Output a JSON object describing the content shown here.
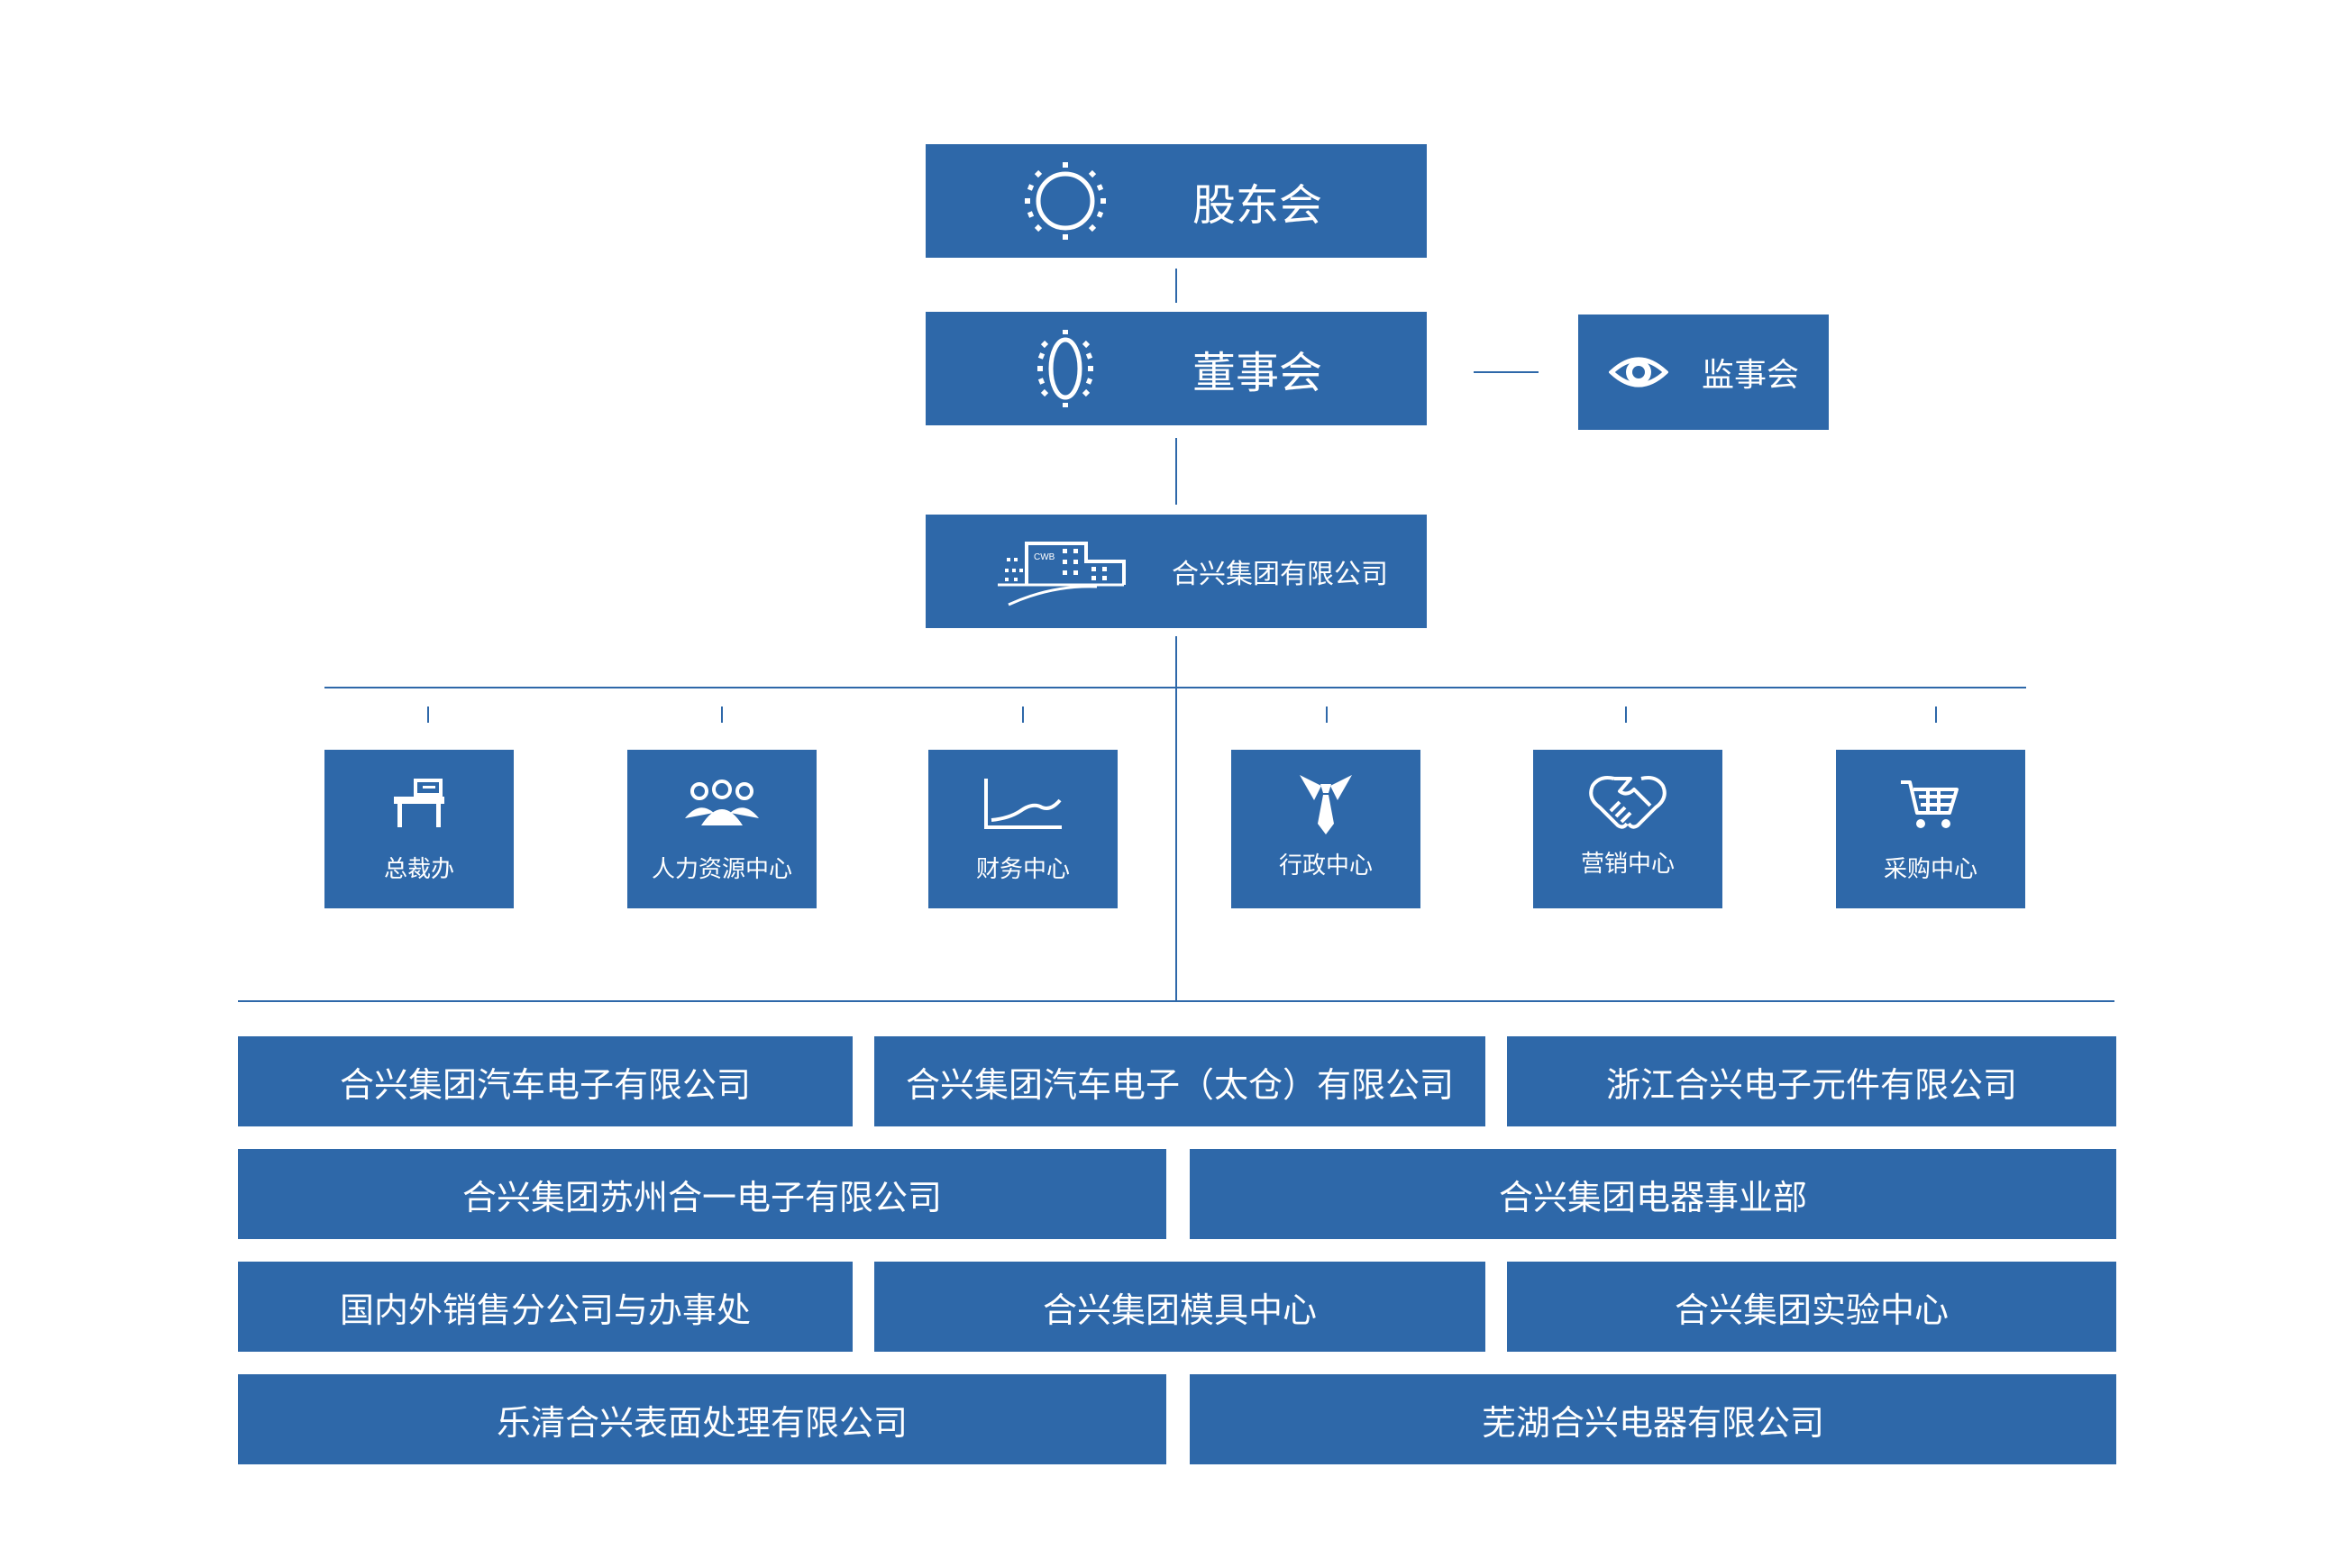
{
  "colors": {
    "box": "#2e68a9",
    "line": "#2e68a9",
    "text": "#ffffff"
  },
  "top": {
    "shareholders": {
      "label": "股东会",
      "icon": "sun-outline-icon"
    },
    "board": {
      "label": "董事会",
      "icon": "sun-oval-icon"
    },
    "supervisors": {
      "label": "监事会",
      "icon": "eye-icon"
    },
    "company": {
      "label": "合兴集团有限公司",
      "icon": "building-icon",
      "icon_text": "CWB"
    }
  },
  "departments": [
    {
      "label": "总裁办",
      "icon": "desk-icon"
    },
    {
      "label": "人力资源中心",
      "icon": "people-group-icon"
    },
    {
      "label": "财务中心",
      "icon": "line-chart-icon"
    },
    {
      "label": "行政中心",
      "icon": "tie-icon"
    },
    {
      "label": "营销中心",
      "icon": "handshake-icon"
    },
    {
      "label": "采购中心",
      "icon": "shopping-cart-icon"
    }
  ],
  "subsidiaries": [
    {
      "label": "合兴集团汽车电子有限公司"
    },
    {
      "label": "合兴集团汽车电子（太仓）有限公司"
    },
    {
      "label": "浙江合兴电子元件有限公司"
    },
    {
      "label": "合兴集团苏州合一电子有限公司"
    },
    {
      "label": "合兴集团电器事业部"
    },
    {
      "label": "国内外销售分公司与办事处"
    },
    {
      "label": "合兴集团模具中心"
    },
    {
      "label": "合兴集团实验中心"
    },
    {
      "label": "乐清合兴表面处理有限公司"
    },
    {
      "label": "芜湖合兴电器有限公司"
    }
  ]
}
